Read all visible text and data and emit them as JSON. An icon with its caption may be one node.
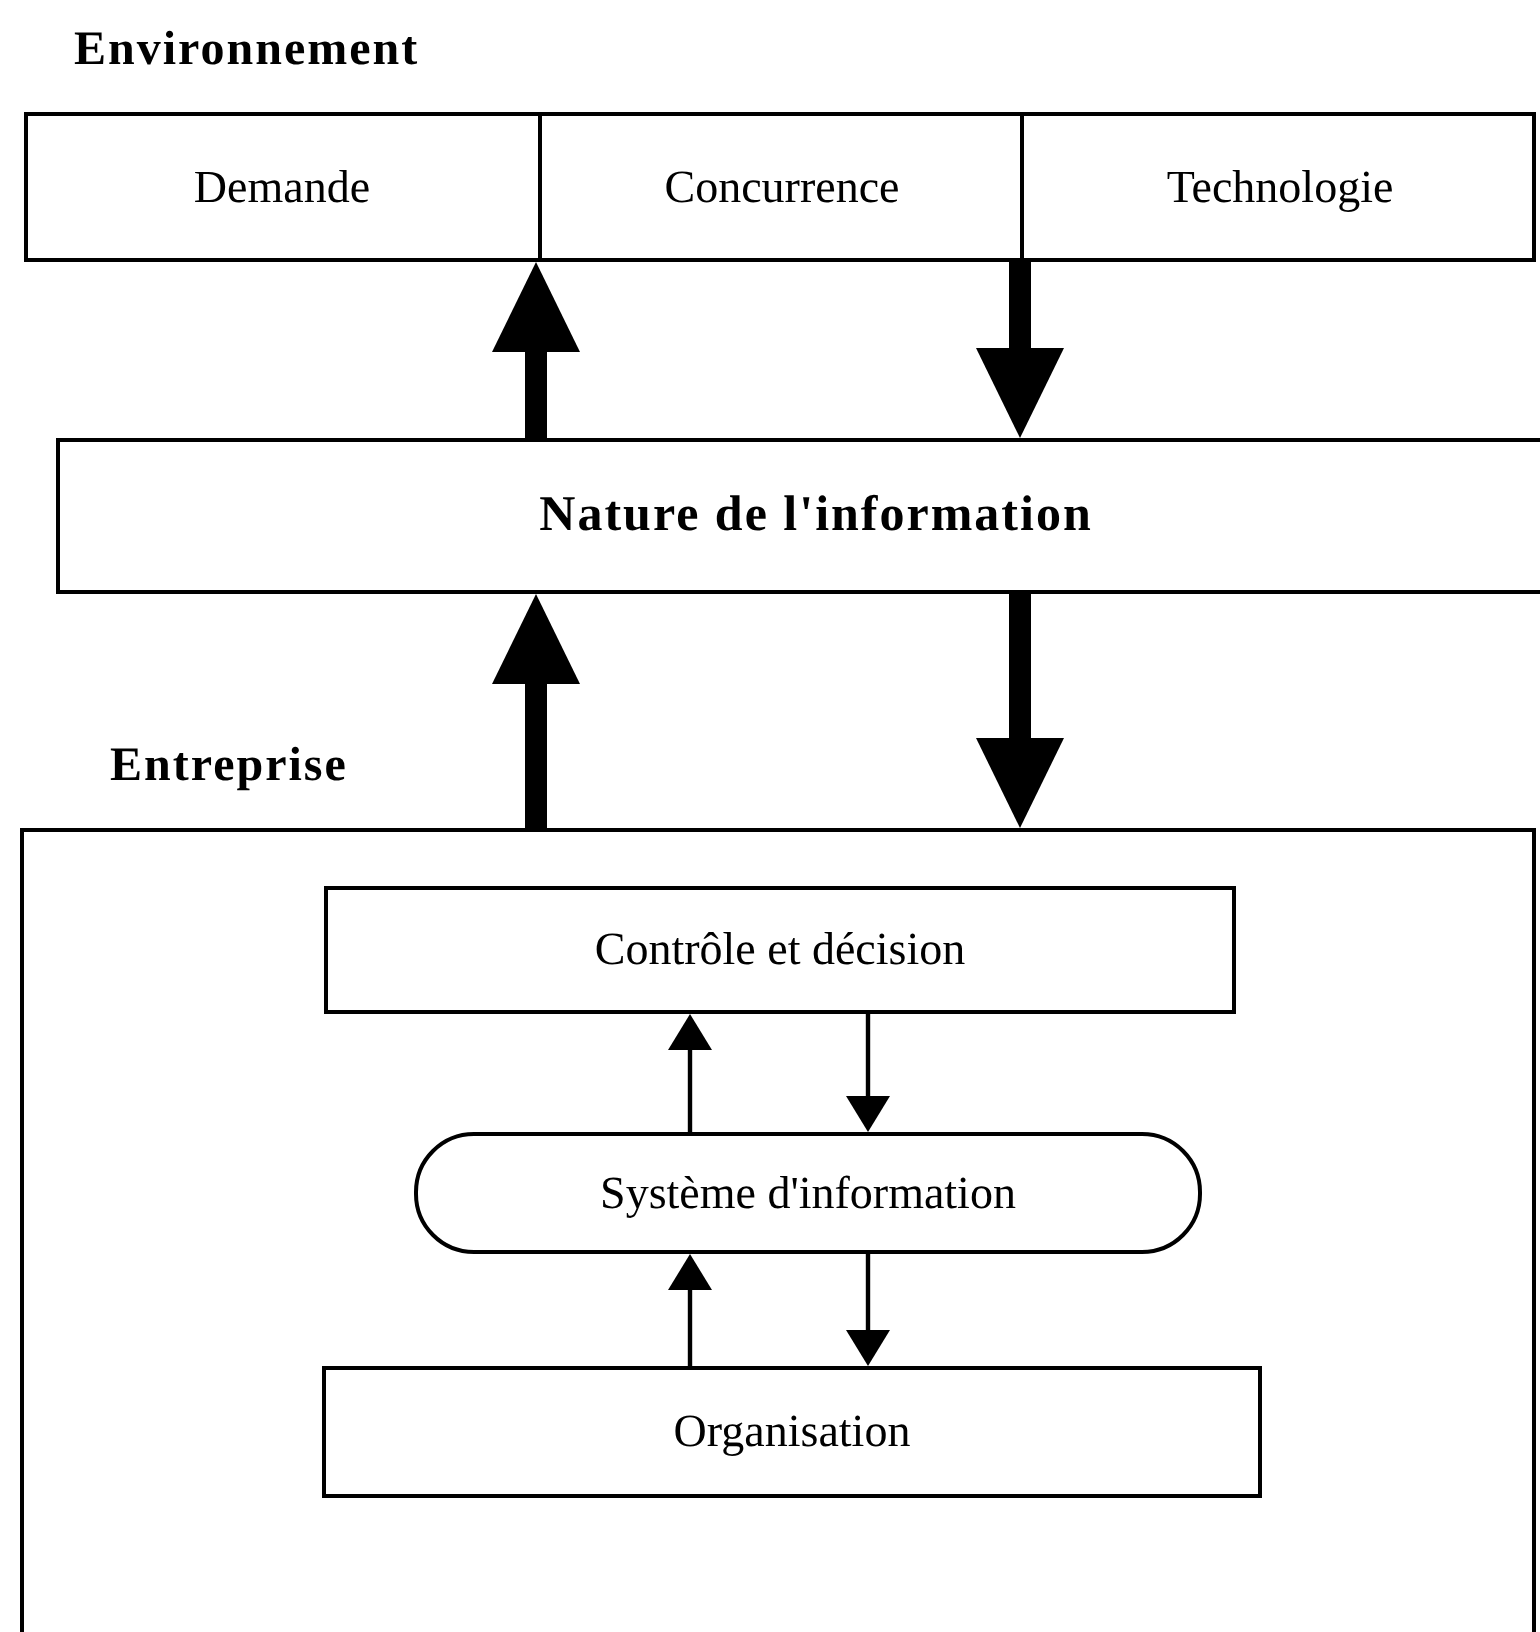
{
  "diagram": {
    "nodes": [
      {
        "text": [
          "Environnement"
        ]
      },
      {
        "text": [
          "Demande"
        ],
        "in": 0
      },
      {
        "text": [
          "Concurrence"
        ],
        "in": 0
      },
      {
        "text": [
          "Technologie"
        ],
        "in": 0
      },
      {
        "text": [
          "Nature de l'information"
        ]
      },
      {
        "text": [
          "Entreprise"
        ]
      },
      {
        "text": [
          "Contrôle et décision"
        ],
        "in": 5
      },
      {
        "text": [
          "Système d'information"
        ],
        "in": 5
      },
      {
        "text": [
          "Organisation"
        ],
        "in": 5
      }
    ],
    "edges": [
      {
        "from": 4,
        "to": 0,
        "arrow": "to",
        "style": "thick"
      },
      {
        "from": 0,
        "to": 4,
        "arrow": "to",
        "style": "thick"
      },
      {
        "from": 5,
        "to": 4,
        "arrow": "to",
        "style": "thick"
      },
      {
        "from": 4,
        "to": 5,
        "arrow": "to",
        "style": "thick"
      },
      {
        "from": 7,
        "to": 6,
        "arrow": "to"
      },
      {
        "from": 6,
        "to": 7,
        "arrow": "to"
      },
      {
        "from": 8,
        "to": 7,
        "arrow": "to"
      },
      {
        "from": 7,
        "to": 8,
        "arrow": "to"
      }
    ]
  }
}
